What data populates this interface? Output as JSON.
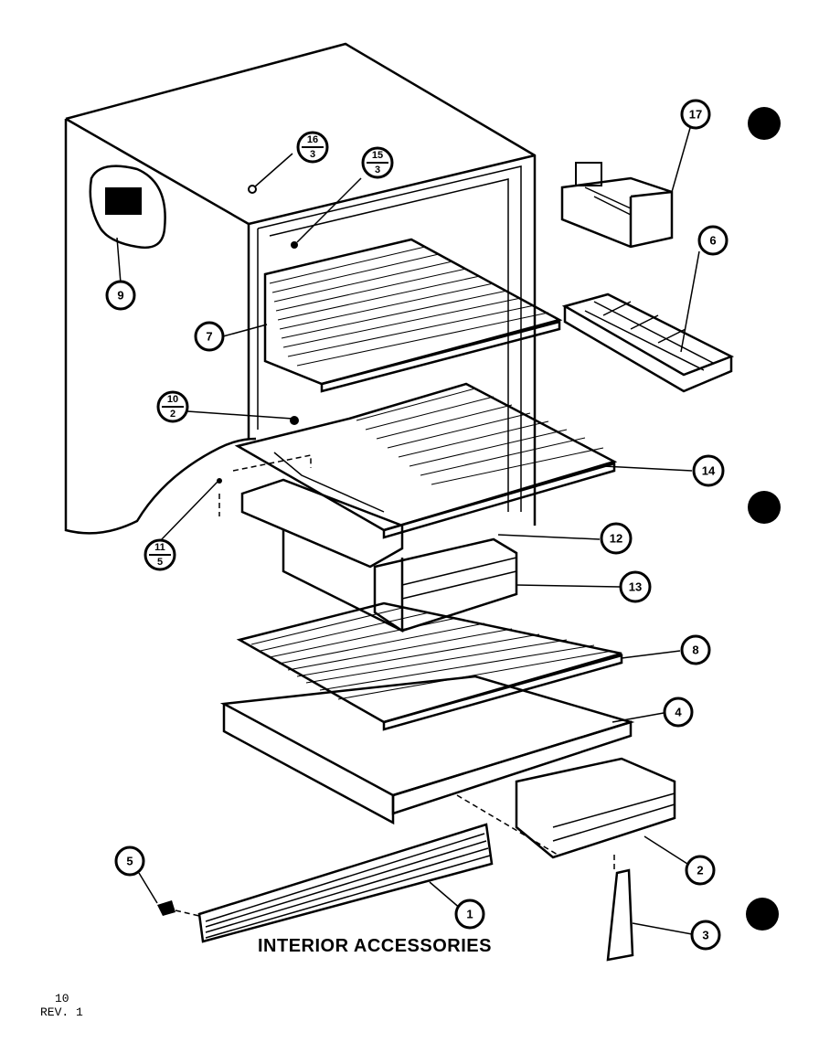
{
  "title": "INTERIOR ACCESSORIES",
  "page_number": "10",
  "revision": "REV. 1",
  "callouts": [
    {
      "id": "1",
      "label": "1"
    },
    {
      "id": "2",
      "label": "2"
    },
    {
      "id": "3",
      "label": "3"
    },
    {
      "id": "4",
      "label": "4"
    },
    {
      "id": "5",
      "label": "5"
    },
    {
      "id": "6",
      "label": "6"
    },
    {
      "id": "7",
      "label": "7"
    },
    {
      "id": "8",
      "label": "8"
    },
    {
      "id": "9",
      "label": "9"
    },
    {
      "id": "12",
      "label": "12"
    },
    {
      "id": "13",
      "label": "13"
    },
    {
      "id": "14",
      "label": "14"
    },
    {
      "id": "17",
      "label": "17"
    }
  ],
  "fraction_callouts": [
    {
      "id": "16-3",
      "top": "16",
      "bottom": "3"
    },
    {
      "id": "15-3",
      "top": "15",
      "bottom": "3"
    },
    {
      "id": "10-2",
      "top": "10",
      "bottom": "2"
    },
    {
      "id": "11-5",
      "top": "11",
      "bottom": "5"
    }
  ]
}
